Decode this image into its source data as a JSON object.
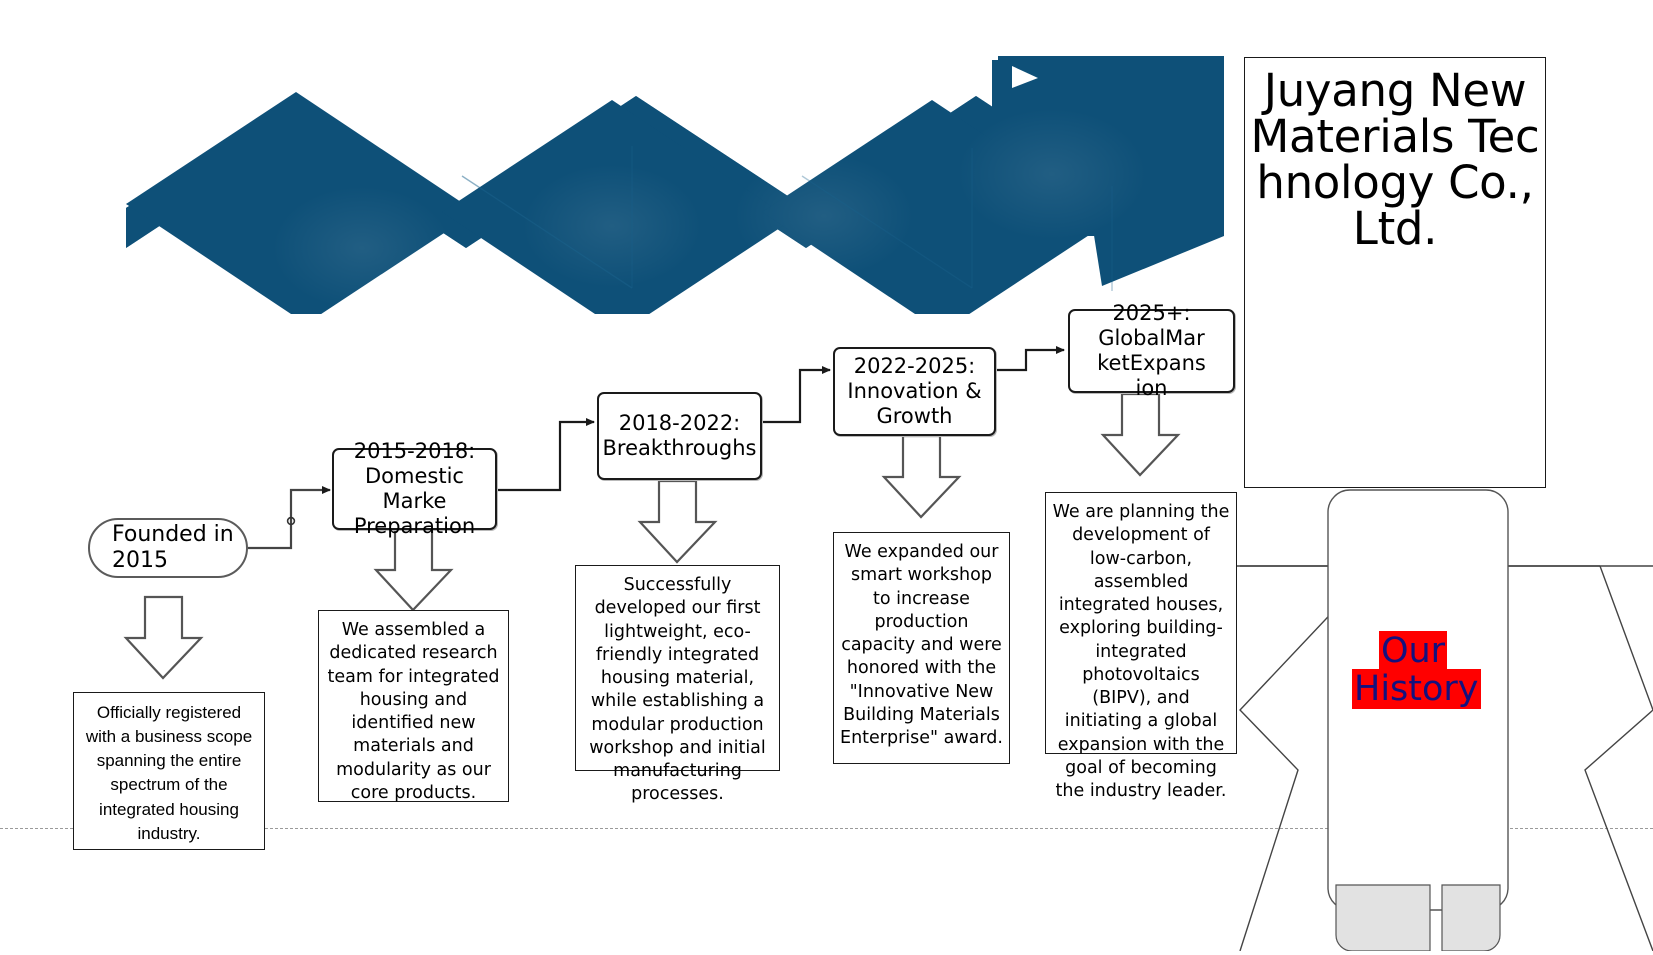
{
  "title_card": {
    "text": "Juyang New Materials Technology Co., Ltd."
  },
  "hero_label": {
    "line1": "Our",
    "line2": "History",
    "text_color": "#13117e",
    "highlight_color": "#ff0000"
  },
  "banner": {
    "name": "isometric-zigzag-banner",
    "color": "#0e5078"
  },
  "flow": {
    "start_node": {
      "label": "Founded in\n2015"
    },
    "stages": [
      {
        "id": "stage-2015-2018",
        "label": "2015-2018:\nDomestic Marke\nPreparation",
        "description": "We assembled a dedicated research team for integrated housing and identified new materials and modularity as our core products."
      },
      {
        "id": "stage-2018-2022",
        "label": "2018-2022:\nBreakthroughs",
        "description": "Successfully developed our first lightweight, eco-friendly integrated housing material, while establishing a modular production workshop and initial manufacturing processes."
      },
      {
        "id": "stage-2022-2025",
        "label": "2022-2025:\nInnovation &\nGrowth",
        "description": "We expanded our smart workshop to increase production capacity and were honored with the \"Innovative New Building Materials Enterprise\" award."
      },
      {
        "id": "stage-2025-plus",
        "label": "2025+:\nGlobalMar\nketExpans\nion",
        "description": "We are planning the development of low-carbon, assembled integrated houses, exploring building-integrated photovoltaics (BIPV), and initiating a global expansion with the goal of becoming the industry leader."
      }
    ],
    "start_description": "Officially registered with a business scope spanning the entire spectrum of the integrated housing industry."
  }
}
